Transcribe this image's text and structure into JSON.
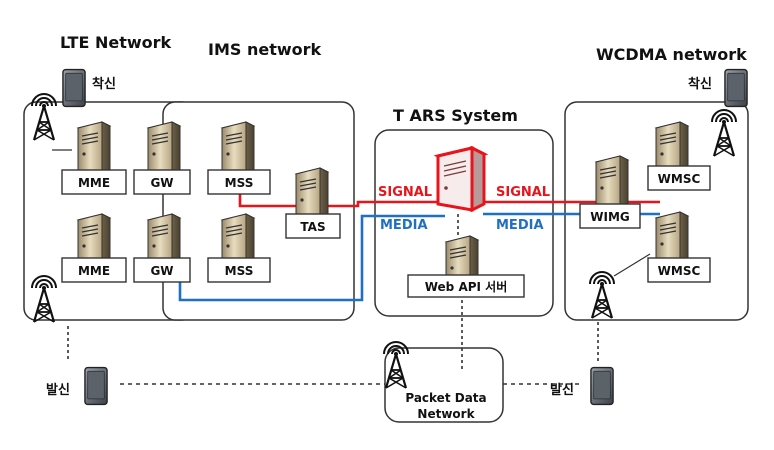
{
  "titles": {
    "lte": "LTE Network",
    "ims": "IMS network",
    "tars": "T ARS System",
    "wcdma": "WCDMA network"
  },
  "nodes": {
    "mme1": "MME",
    "gw1": "GW",
    "mss1": "MSS",
    "tas": "TAS",
    "mme2": "MME",
    "gw2": "GW",
    "mss2": "MSS",
    "webapi": "Web API 서버",
    "wimg": "WIMG",
    "wmsc1": "WMSC",
    "wmsc2": "WMSC",
    "packet": "Packet Data",
    "packet2": "Network"
  },
  "flows": {
    "signal_left": "SIGNAL",
    "signal_right": "SIGNAL",
    "media_left": "MEDIA",
    "media_right": "MEDIA"
  },
  "phones": {
    "incoming_left": "착신",
    "incoming_right": "착신",
    "outgoing_left": "발신",
    "outgoing_right": "발신"
  },
  "colors": {
    "signal": "#e8141c",
    "media": "#1f6fc4",
    "server_highlight": "#e8141c"
  }
}
